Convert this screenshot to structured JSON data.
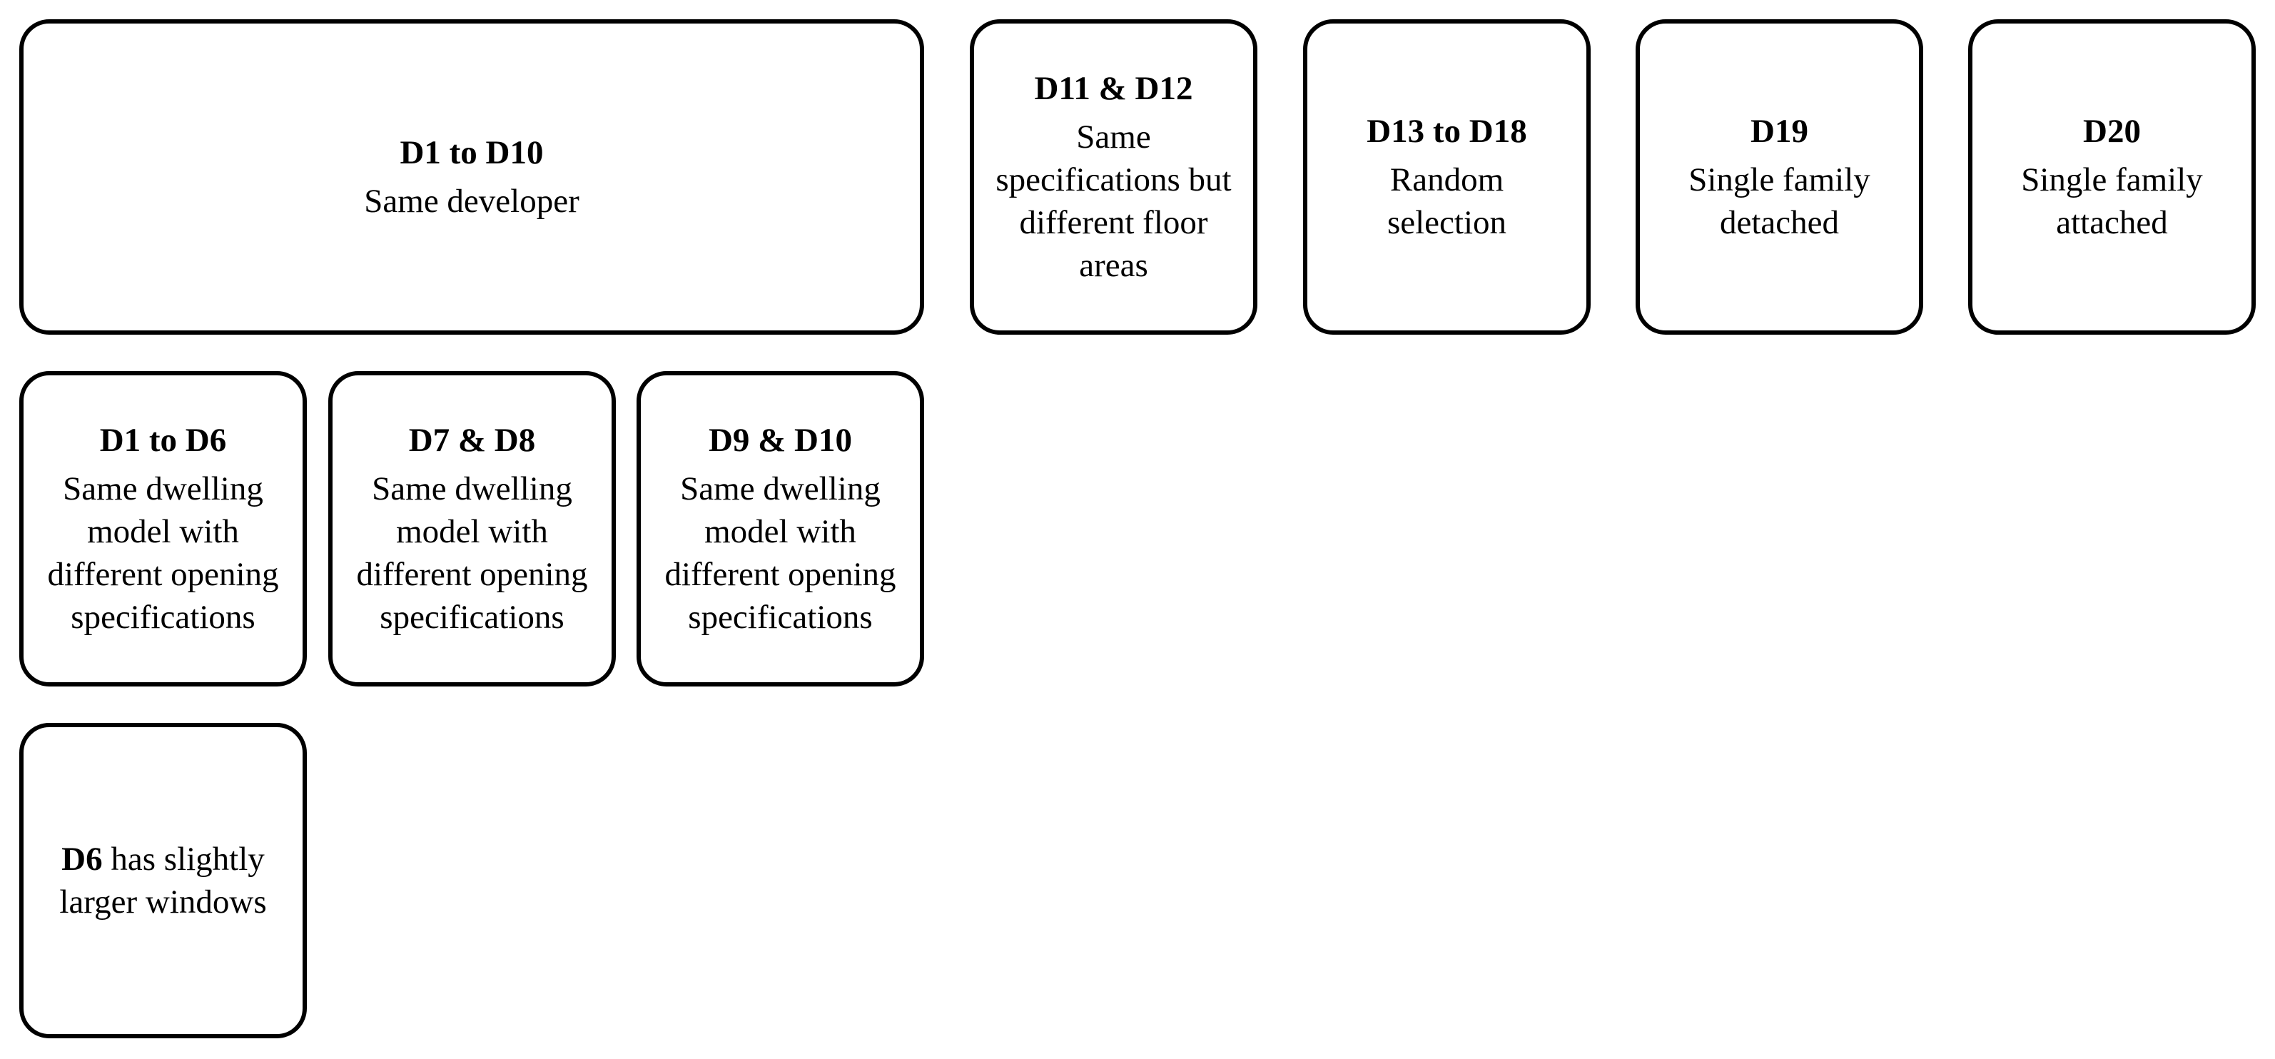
{
  "boxes": {
    "d1_d10": {
      "title": "D1 to D10",
      "body": "Same developer"
    },
    "d11_d12": {
      "title": "D11 & D12",
      "body": "Same specifications but different floor areas"
    },
    "d13_d18": {
      "title": "D13 to D18",
      "body": "Random selection"
    },
    "d19": {
      "title": "D19",
      "body": "Single family detached"
    },
    "d20": {
      "title": "D20",
      "body": "Single family attached"
    },
    "d1_d6": {
      "title": "D1 to D6",
      "body": "Same dwelling model with different opening specifications"
    },
    "d7_d8": {
      "title": "D7 & D8",
      "body": "Same dwelling model with different opening specifications"
    },
    "d9_d10": {
      "title": "D9 & D10",
      "body": "Same dwelling model with different opening specifications"
    },
    "d6_note": {
      "bold": "D6",
      "text": " has slightly larger windows"
    }
  }
}
